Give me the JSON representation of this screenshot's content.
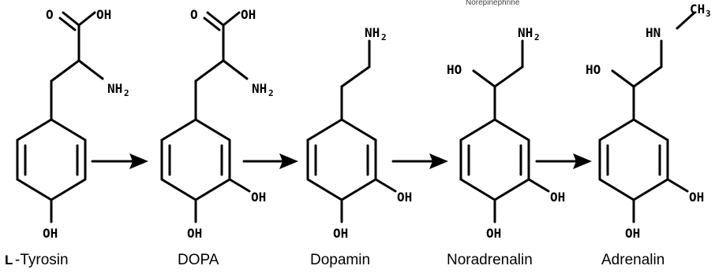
{
  "caption": "Norepinephrine",
  "molecules": [
    {
      "id": "tyrosin",
      "name_prefix": "L",
      "name_prefix_rest": "-",
      "name": "-Tyrosin",
      "labels": {
        "c1": "O",
        "c2": "OH",
        "nh": "NH",
        "nh_sub": "2",
        "oh_bottom": "OH"
      }
    },
    {
      "id": "dopa",
      "name": "DOPA",
      "labels": {
        "c1": "O",
        "c2": "OH",
        "nh": "NH",
        "nh_sub": "2",
        "oh_ring": "OH",
        "oh_bottom": "OH"
      }
    },
    {
      "id": "dopamin",
      "name": "Dopamin",
      "labels": {
        "nh": "NH",
        "nh_sub": "2",
        "oh_ring": "OH",
        "oh_bottom": "OH"
      }
    },
    {
      "id": "noradrenalin",
      "name": "Noradrenalin",
      "labels": {
        "nh": "NH",
        "nh_sub": "2",
        "ho": "HO",
        "oh_ring": "OH",
        "oh_bottom": "OH"
      }
    },
    {
      "id": "adrenalin",
      "name": "Adrenalin",
      "labels": {
        "hn": "HN",
        "ch": "CH",
        "ch_sub": "3",
        "ho": "HO",
        "oh_ring": "OH",
        "oh_bottom": "OH"
      }
    }
  ],
  "reactions": [
    {
      "from": "tyrosin",
      "to": "dopa"
    },
    {
      "from": "dopa",
      "to": "dopamin"
    },
    {
      "from": "dopamin",
      "to": "noradrenalin"
    },
    {
      "from": "noradrenalin",
      "to": "adrenalin"
    }
  ]
}
